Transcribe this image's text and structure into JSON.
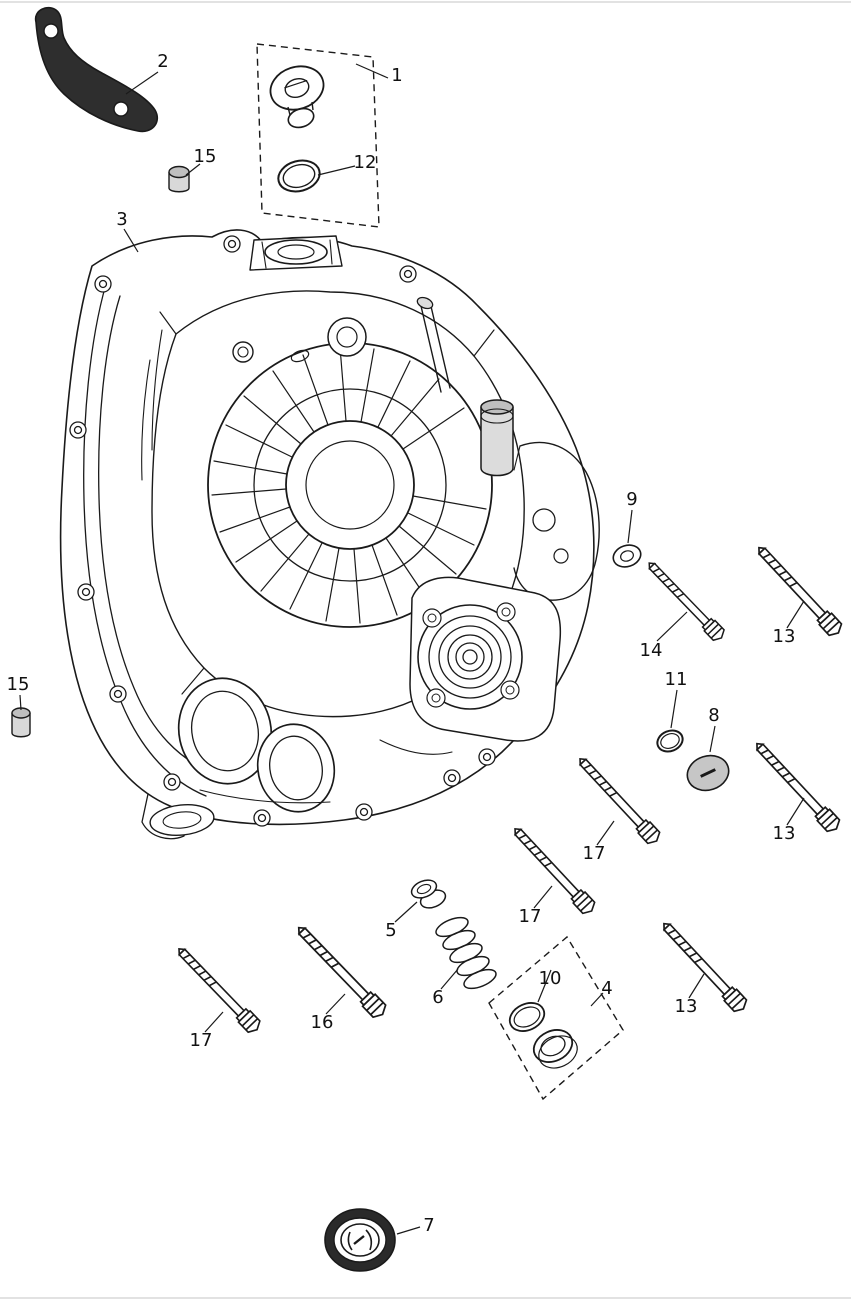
{
  "doc": {
    "type": "exploded-parts-diagram",
    "background": "#ffffff",
    "ink": "#1a1a1a"
  },
  "labels": [
    {
      "id": "callout-2",
      "text": "2"
    },
    {
      "id": "callout-1",
      "text": "1"
    },
    {
      "id": "callout-15-top",
      "text": "15"
    },
    {
      "id": "callout-12",
      "text": "12"
    },
    {
      "id": "callout-3",
      "text": "3"
    },
    {
      "id": "callout-9",
      "text": "9"
    },
    {
      "id": "callout-14",
      "text": "14"
    },
    {
      "id": "callout-13-top",
      "text": "13"
    },
    {
      "id": "callout-11",
      "text": "11"
    },
    {
      "id": "callout-8",
      "text": "8"
    },
    {
      "id": "callout-15-left",
      "text": "15"
    },
    {
      "id": "callout-13-middle",
      "text": "13"
    },
    {
      "id": "callout-17-right",
      "text": "17"
    },
    {
      "id": "callout-17-center",
      "text": "17"
    },
    {
      "id": "callout-5",
      "text": "5"
    },
    {
      "id": "callout-6",
      "text": "6"
    },
    {
      "id": "callout-10",
      "text": "10"
    },
    {
      "id": "callout-4",
      "text": "4"
    },
    {
      "id": "callout-13-bottom",
      "text": "13"
    },
    {
      "id": "callout-16",
      "text": "16"
    },
    {
      "id": "callout-17-left",
      "text": "17"
    },
    {
      "id": "callout-7",
      "text": "7"
    }
  ]
}
